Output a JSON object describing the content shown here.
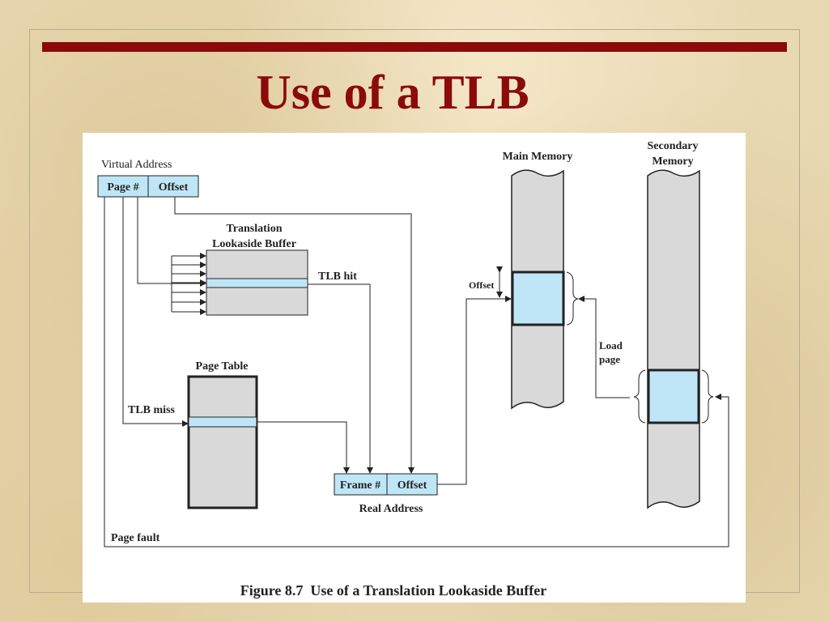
{
  "slide": {
    "title": "Use of a TLB"
  },
  "colors": {
    "title": "#8b0a0a",
    "highlight": "#bfe6f7",
    "block": "#d9d9d9",
    "line": "#222222"
  },
  "diagram": {
    "virtual_address": {
      "label": "Virtual Address",
      "page_field": "Page #",
      "offset_field": "Offset"
    },
    "tlb": {
      "title_line1": "Translation",
      "title_line2": "Lookaside Buffer",
      "hit_label": "TLB hit"
    },
    "page_table": {
      "title": "Page Table",
      "miss_label": "TLB miss"
    },
    "real_address": {
      "label": "Real Address",
      "frame_field": "Frame #",
      "offset_field": "Offset"
    },
    "main_memory": {
      "label": "Main Memory",
      "offset_label": "Offset"
    },
    "secondary_memory": {
      "label_line1": "Secondary",
      "label_line2": "Memory"
    },
    "load_page": {
      "line1": "Load",
      "line2": "page"
    },
    "page_fault": {
      "label": "Page fault"
    },
    "caption": "Figure 8.7  Use of a Translation Lookaside Buffer"
  }
}
